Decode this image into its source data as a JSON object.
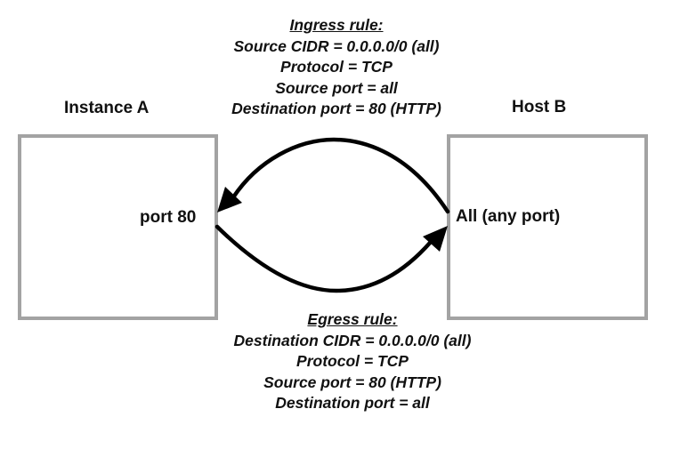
{
  "nodes": {
    "instance_a": {
      "title": "Instance A",
      "port_label": "port 80"
    },
    "host_b": {
      "title": "Host B",
      "port_label": "All (any port)"
    }
  },
  "ingress_rule": {
    "heading": "Ingress rule:",
    "lines": [
      "Source CIDR = 0.0.0.0/0 (all)",
      "Protocol = TCP",
      "Source port = all",
      "Destination port = 80 (HTTP)"
    ]
  },
  "egress_rule": {
    "heading": "Egress rule:",
    "lines": [
      "Destination CIDR = 0.0.0.0/0 (all)",
      "Protocol = TCP",
      "Source port = 80 (HTTP)",
      "Destination port = all"
    ]
  },
  "arrows": [
    {
      "name": "ingress-arrow",
      "from": "Host B",
      "to": "Instance A"
    },
    {
      "name": "egress-arrow",
      "from": "Instance A",
      "to": "Host B"
    }
  ],
  "colors": {
    "box_border": "#a3a3a3",
    "arrow": "#000000",
    "text": "#111111"
  }
}
